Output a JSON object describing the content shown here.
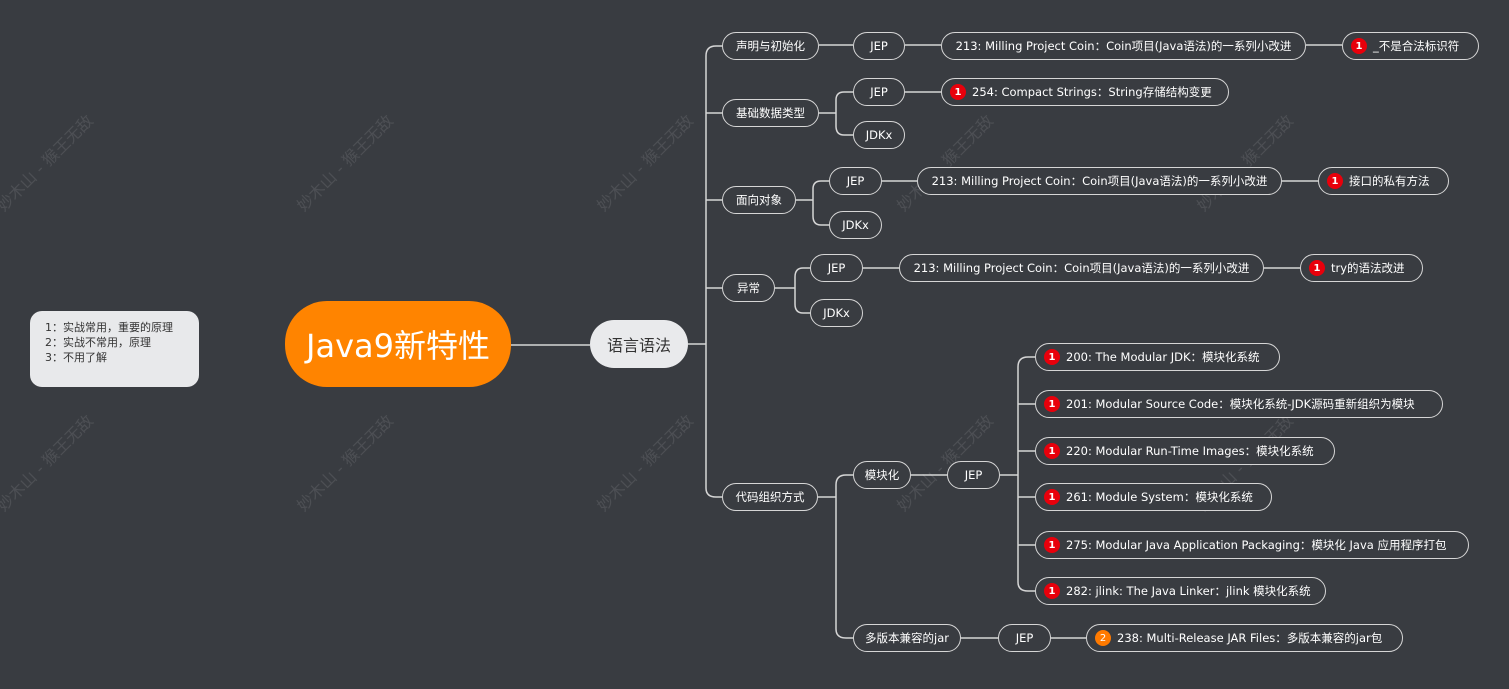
{
  "legend": {
    "lines": [
      "1：实战常用，重要的原理",
      "2：实战不常用，原理",
      "3：不用了解"
    ]
  },
  "root": {
    "label": "Java9新特性"
  },
  "main": {
    "label": "语言语法"
  },
  "branches": {
    "decl": {
      "label": "声明与初始化",
      "jep": "JEP",
      "item": "213: Milling Project Coin：Coin项目(Java语法)的一系列小改进",
      "leaf": "_不是合法标识符",
      "leaf_priority": "1"
    },
    "basic": {
      "label": "基础数据类型",
      "jep": "JEP",
      "jdk": "JDKx",
      "item": "254: Compact Strings：String存储结构变更",
      "item_priority": "1"
    },
    "oop": {
      "label": "面向对象",
      "jep": "JEP",
      "jdk": "JDKx",
      "item": "213: Milling Project Coin：Coin项目(Java语法)的一系列小改进",
      "leaf": "接口的私有方法",
      "leaf_priority": "1"
    },
    "exc": {
      "label": "异常",
      "jep": "JEP",
      "jdk": "JDKx",
      "item": "213: Milling Project Coin：Coin项目(Java语法)的一系列小改进",
      "leaf": "try的语法改进",
      "leaf_priority": "1"
    },
    "code": {
      "label": "代码组织方式",
      "module": {
        "label": "模块化",
        "jep": "JEP",
        "items": [
          {
            "priority": "1",
            "text": "200: The Modular JDK：模块化系统"
          },
          {
            "priority": "1",
            "text": "201: Modular Source Code：模块化系统-JDK源码重新组织为模块"
          },
          {
            "priority": "1",
            "text": "220: Modular Run-Time Images：模块化系统"
          },
          {
            "priority": "1",
            "text": "261: Module System：模块化系统"
          },
          {
            "priority": "1",
            "text": "275: Modular Java Application Packaging：模块化 Java 应用程序打包"
          },
          {
            "priority": "1",
            "text": "282: jlink: The Java Linker：jlink 模块化系统"
          }
        ]
      },
      "mrjar": {
        "label": "多版本兼容的jar",
        "jep": "JEP",
        "item": "238: Multi-Release JAR Files：多版本兼容的jar包",
        "item_priority": "2"
      }
    }
  },
  "watermark": "妙木山 - 猴王无敌",
  "colors": {
    "background": "#393c41",
    "root": "#ff8400",
    "priority1": "#e8000b",
    "priority2": "#ff7a00",
    "line": "#d6d6d6"
  }
}
